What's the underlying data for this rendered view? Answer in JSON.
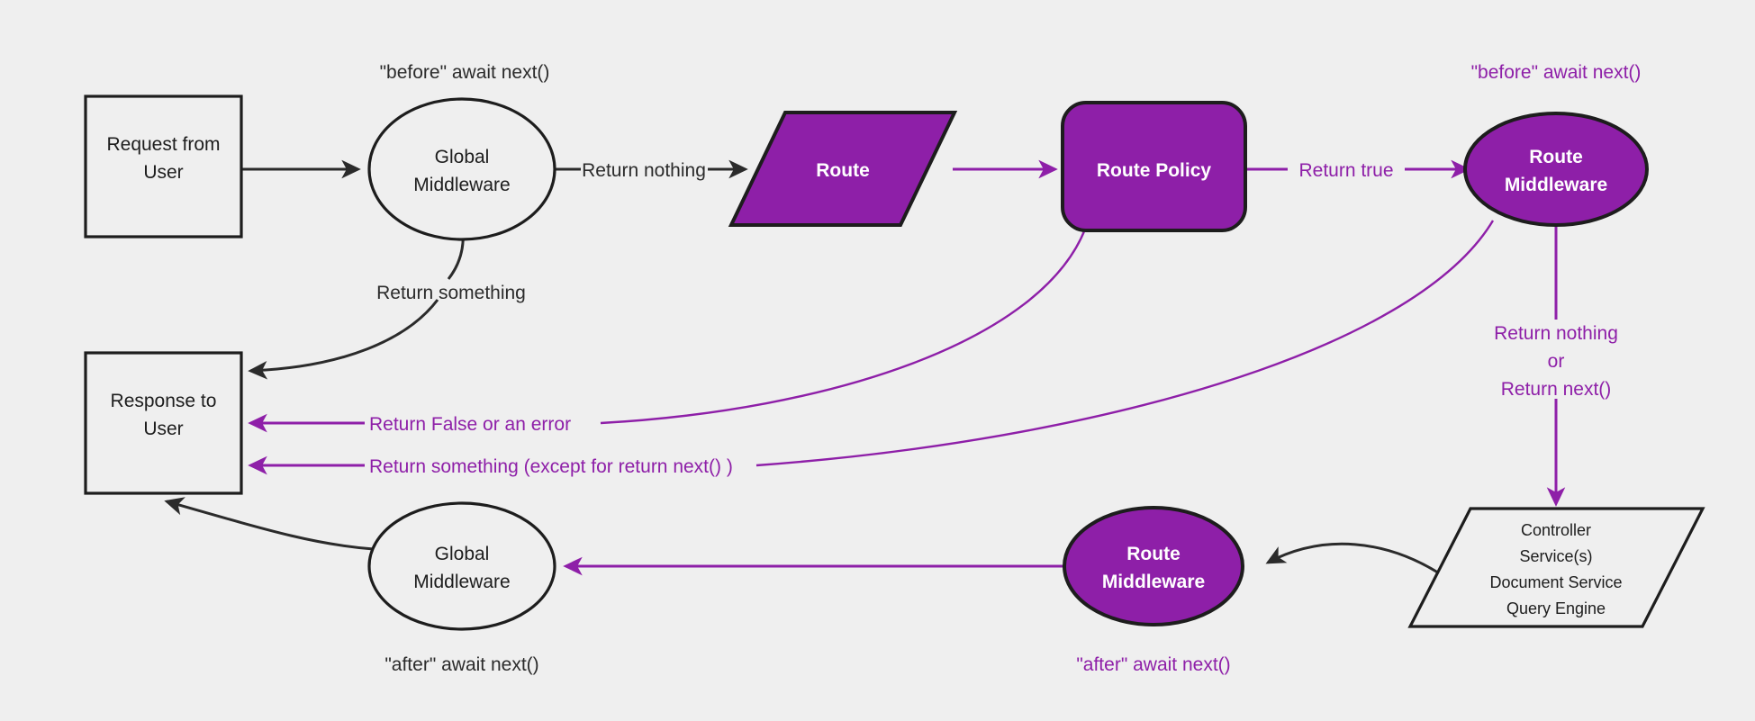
{
  "diagram": {
    "title": "Request lifecycle middleware flow",
    "background_color": "#efefef",
    "accent_color": "#8E1FA8",
    "dark_color": "#1d1d1d",
    "nodes": {
      "request": {
        "line1": "Request from",
        "line2": "User",
        "shape": "rectangle",
        "style": "dark-outline"
      },
      "global_middleware_top": {
        "line1": "Global",
        "line2": "Middleware",
        "shape": "ellipse",
        "style": "dark-outline"
      },
      "route": {
        "line1": "Route",
        "shape": "parallelogram",
        "style": "purple-fill"
      },
      "route_policy": {
        "line1": "Route Policy",
        "shape": "rounded-rectangle",
        "style": "purple-fill"
      },
      "route_middleware_top": {
        "line1": "Route",
        "line2": "Middleware",
        "shape": "ellipse",
        "style": "purple-fill"
      },
      "controller": {
        "line1": "Controller",
        "line2": "Service(s)",
        "line3": "Document Service",
        "line4": "Query Engine",
        "shape": "parallelogram",
        "style": "dark-outline"
      },
      "route_middleware_bottom": {
        "line1": "Route",
        "line2": "Middleware",
        "shape": "ellipse",
        "style": "purple-fill"
      },
      "global_middleware_bottom": {
        "line1": "Global",
        "line2": "Middleware",
        "shape": "ellipse",
        "style": "dark-outline"
      },
      "response": {
        "line1": "Response to",
        "line2": "User",
        "shape": "rectangle",
        "style": "dark-outline"
      }
    },
    "annotations": {
      "before_await_next_dark": {
        "text": "\"before\" await next()",
        "color": "dark"
      },
      "before_await_next_purple": {
        "text": "\"before\" await next()",
        "color": "purple"
      },
      "after_await_next_dark": {
        "text": "\"after\" await next()",
        "color": "dark"
      },
      "after_await_next_purple": {
        "text": "\"after\" await next()",
        "color": "purple"
      }
    },
    "edge_labels": {
      "return_nothing": {
        "text": "Return nothing",
        "color": "dark"
      },
      "return_something": {
        "text": "Return something",
        "color": "dark"
      },
      "return_true": {
        "text": "Return true",
        "color": "purple"
      },
      "return_false_or_error": {
        "text": "Return False or an error",
        "color": "purple"
      },
      "return_something_except": {
        "text": "Return something (except for return next() )",
        "color": "purple"
      },
      "return_nothing_or_next_line1": {
        "text": "Return nothing",
        "color": "purple"
      },
      "return_nothing_or_next_line2": {
        "text": "or",
        "color": "purple"
      },
      "return_nothing_or_next_line3": {
        "text": "Return next()",
        "color": "purple"
      }
    }
  }
}
